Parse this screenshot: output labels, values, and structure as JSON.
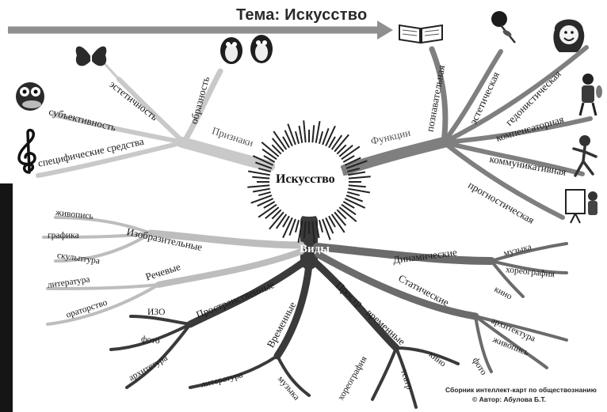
{
  "title": "Тема: Искусство",
  "center": "Искусство",
  "signs": {
    "label": "Признаки",
    "items": [
      "образность",
      "эстетичность",
      "субъективность",
      "специфические средства"
    ]
  },
  "functions": {
    "label": "Функции",
    "items": [
      "познавательная",
      "эстетическая",
      "гедонистическая",
      "компенсаторная",
      "коммуникативная",
      "прогностическая"
    ]
  },
  "types": {
    "label": "Виды",
    "visual": {
      "label": "Изобразительные",
      "items": [
        "живопись",
        "графика",
        "скульптура"
      ]
    },
    "verbal": {
      "label": "Речевые",
      "items": [
        "литература",
        "ораторство"
      ]
    },
    "spatial": {
      "label": "Пространственные",
      "items": [
        "ИЗО",
        "фото",
        "архитетура"
      ]
    },
    "temporal": {
      "label": "Временные",
      "items": [
        "литература",
        "музыка"
      ]
    },
    "spatiotemporal": {
      "label": "Простр - временные",
      "items": [
        "хореография",
        "театр",
        "кино"
      ]
    },
    "dynamic": {
      "label": "Динамические",
      "items": [
        "музыка",
        "хореография",
        "кино"
      ]
    },
    "static": {
      "label": "Статические",
      "items": [
        "архитектура",
        "живопись",
        "фото"
      ]
    }
  },
  "credit": {
    "line1": "Сборник интеллект-карт по обществознанию",
    "line2": "© Автор: Абулова Б.Т."
  },
  "colors": {
    "signs_branch": "#c8c8c8",
    "functions_branch": "#7d7d7d",
    "types_branch": "#3c3c3c",
    "arrow": "#8a8a8a",
    "text": "#1a1a1a"
  },
  "icons": [
    "butterfly-icon",
    "penguins-icon",
    "owl-painter-icon",
    "treble-clef-icon",
    "open-book-icon",
    "rose-icon",
    "smiling-girl-icon",
    "violinist-icon",
    "running-people-icon",
    "painter-icon"
  ]
}
